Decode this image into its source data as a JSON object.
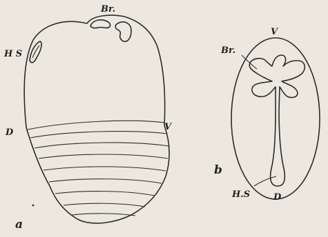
{
  "figure_a": {
    "panel_label": "a",
    "labels": {
      "br": "Br.",
      "hs": "H S",
      "d": "D",
      "v": "V"
    }
  },
  "figure_b": {
    "panel_label": "b",
    "labels": {
      "v": "V",
      "br": "Br.",
      "hs": "H.S",
      "d": "D"
    }
  },
  "colors": {
    "background": "#ece8df",
    "ink": "#2a2a2a"
  }
}
